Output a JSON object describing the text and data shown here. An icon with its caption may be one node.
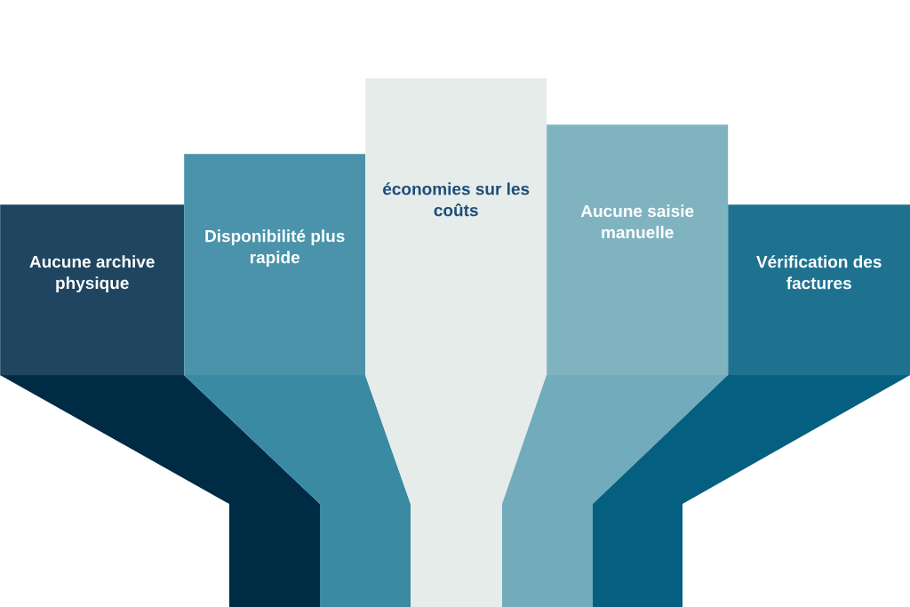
{
  "diagram": {
    "nodes": [
      {
        "text": [
          "Aucune archive physique"
        ]
      },
      {
        "text": [
          "Disponibilité plus rapide"
        ]
      },
      {
        "text": [
          "économies sur les coûts"
        ]
      },
      {
        "text": [
          "Aucune saisie manuelle"
        ]
      },
      {
        "text": [
          "Vérification des factures"
        ]
      }
    ]
  }
}
